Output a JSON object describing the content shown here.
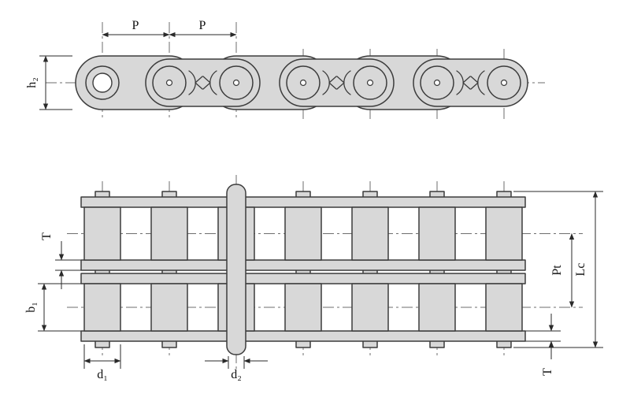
{
  "diagram": {
    "colors": {
      "part_fill": "#d8d8d8",
      "outline": "#3c3c3c",
      "centerline": "#6e6e6e",
      "dimension": "#2a2a2a",
      "background": "#ffffff"
    },
    "side_view": {
      "labels": {
        "pitch_1": "P",
        "pitch_2": "P",
        "plate_height": "h₂"
      }
    },
    "plan_view": {
      "labels": {
        "plate_thickness_top": "T",
        "inner_width": "b₁",
        "roller_diameter": "d₁",
        "pin_diameter": "d₂",
        "transverse_pitch": "Pt",
        "chain_width": "Lc",
        "plate_thickness_bottom": "T"
      }
    }
  }
}
